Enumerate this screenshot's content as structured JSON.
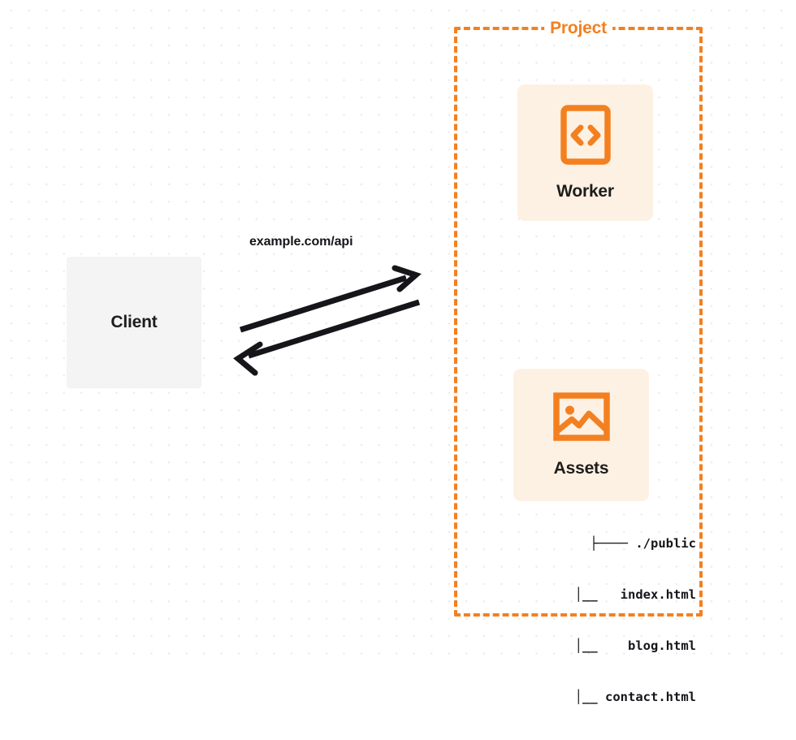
{
  "diagram": {
    "title": "Project",
    "background": "dot-grid",
    "colors": {
      "accent_orange": "#f38020",
      "card_background": "#fdf1e4",
      "client_background": "#f4f4f5",
      "text_dark": "#1d1d1b",
      "grid_dot": "#ebebeb",
      "arrow": "#15151a"
    }
  },
  "client": {
    "label": "Client"
  },
  "connection": {
    "label": "example.com/api",
    "request_arrow_name": "request-arrow",
    "response_arrow_name": "response-arrow"
  },
  "project": {
    "label": "Project",
    "cards": [
      {
        "label": "Worker",
        "icon": "code-brackets-icon"
      },
      {
        "label": "Assets",
        "icon": "image-icon"
      }
    ]
  },
  "file_tree": {
    "rows": [
      "├──── ./public",
      "   │__   index.html",
      "   │__    blog.html",
      "   │__ contact.html"
    ]
  }
}
